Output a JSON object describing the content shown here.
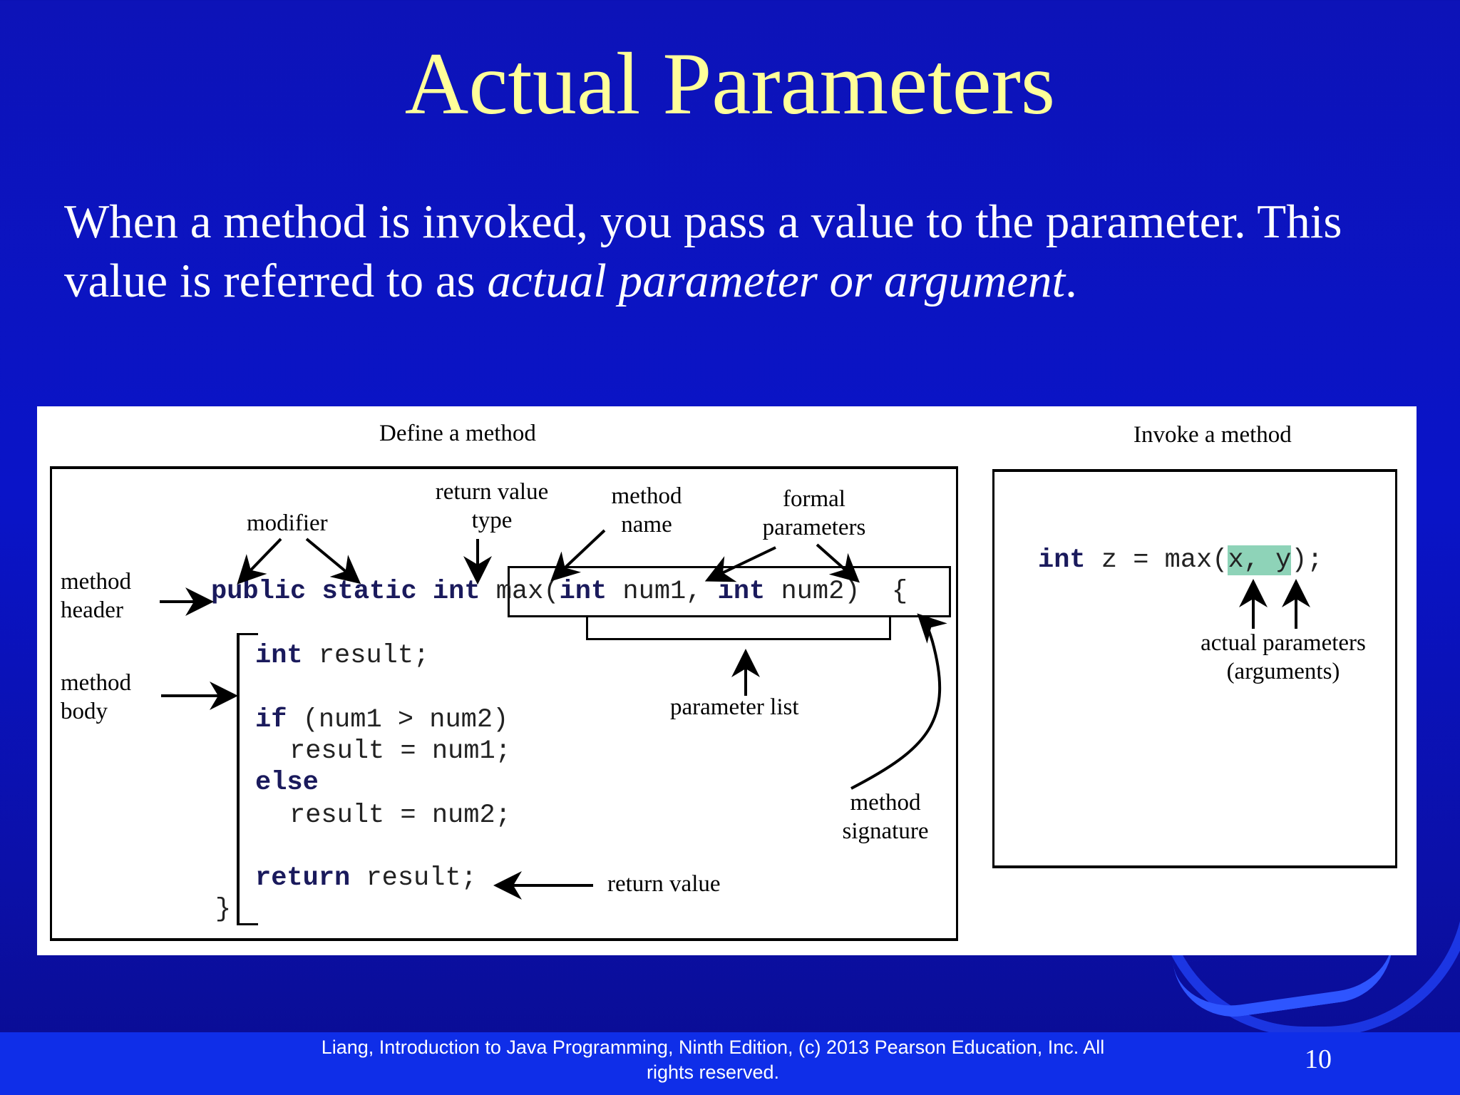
{
  "slide": {
    "title": "Actual Parameters",
    "paragraph": {
      "part1": "When a method is invoked, you pass a value to the parameter. This value is referred to as ",
      "emphasis": "actual parameter or argument",
      "part2": "."
    },
    "footer": "Liang, Introduction to Java Programming, Ninth Edition, (c) 2013 Pearson Education, Inc. All rights reserved.",
    "page_number": "10"
  },
  "diagram": {
    "define_heading": "Define a method",
    "invoke_heading": "Invoke a method",
    "labels": {
      "modifier": "modifier",
      "return_value_type_1": "return value",
      "return_value_type_2": "type",
      "method_name_1": "method",
      "method_name_2": "name",
      "formal_parameters_1": "formal",
      "formal_parameters_2": "parameters",
      "method_header_1": "method",
      "method_header_2": "header",
      "method_body_1": "method",
      "method_body_2": "body",
      "parameter_list": "parameter list",
      "method_signature_1": "method",
      "method_signature_2": "signature",
      "return_value": "return value",
      "actual_parameters_1": "actual parameters",
      "actual_parameters_2": "(arguments)"
    },
    "code": {
      "kw_public": "public",
      "kw_static": "static",
      "kw_int": "int",
      "max_open": "max(",
      "kw_int_p1": "int",
      "num1": " num1, ",
      "kw_int_p2": "int",
      "num2_close": " num2)",
      "open_brace": "{",
      "kw_int_result": "int",
      "result_decl": " result;",
      "kw_if": "if",
      "if_cond": " (num1 > num2)",
      "assign1": "result = num1;",
      "kw_else": "else",
      "assign2": "result = num2;",
      "kw_return": "return",
      "return_expr": " result;",
      "close_brace": "}",
      "invoke_kw_int": "int",
      "invoke_lhs": " z = max(",
      "invoke_args": "x, y",
      "invoke_end": ");"
    }
  }
}
